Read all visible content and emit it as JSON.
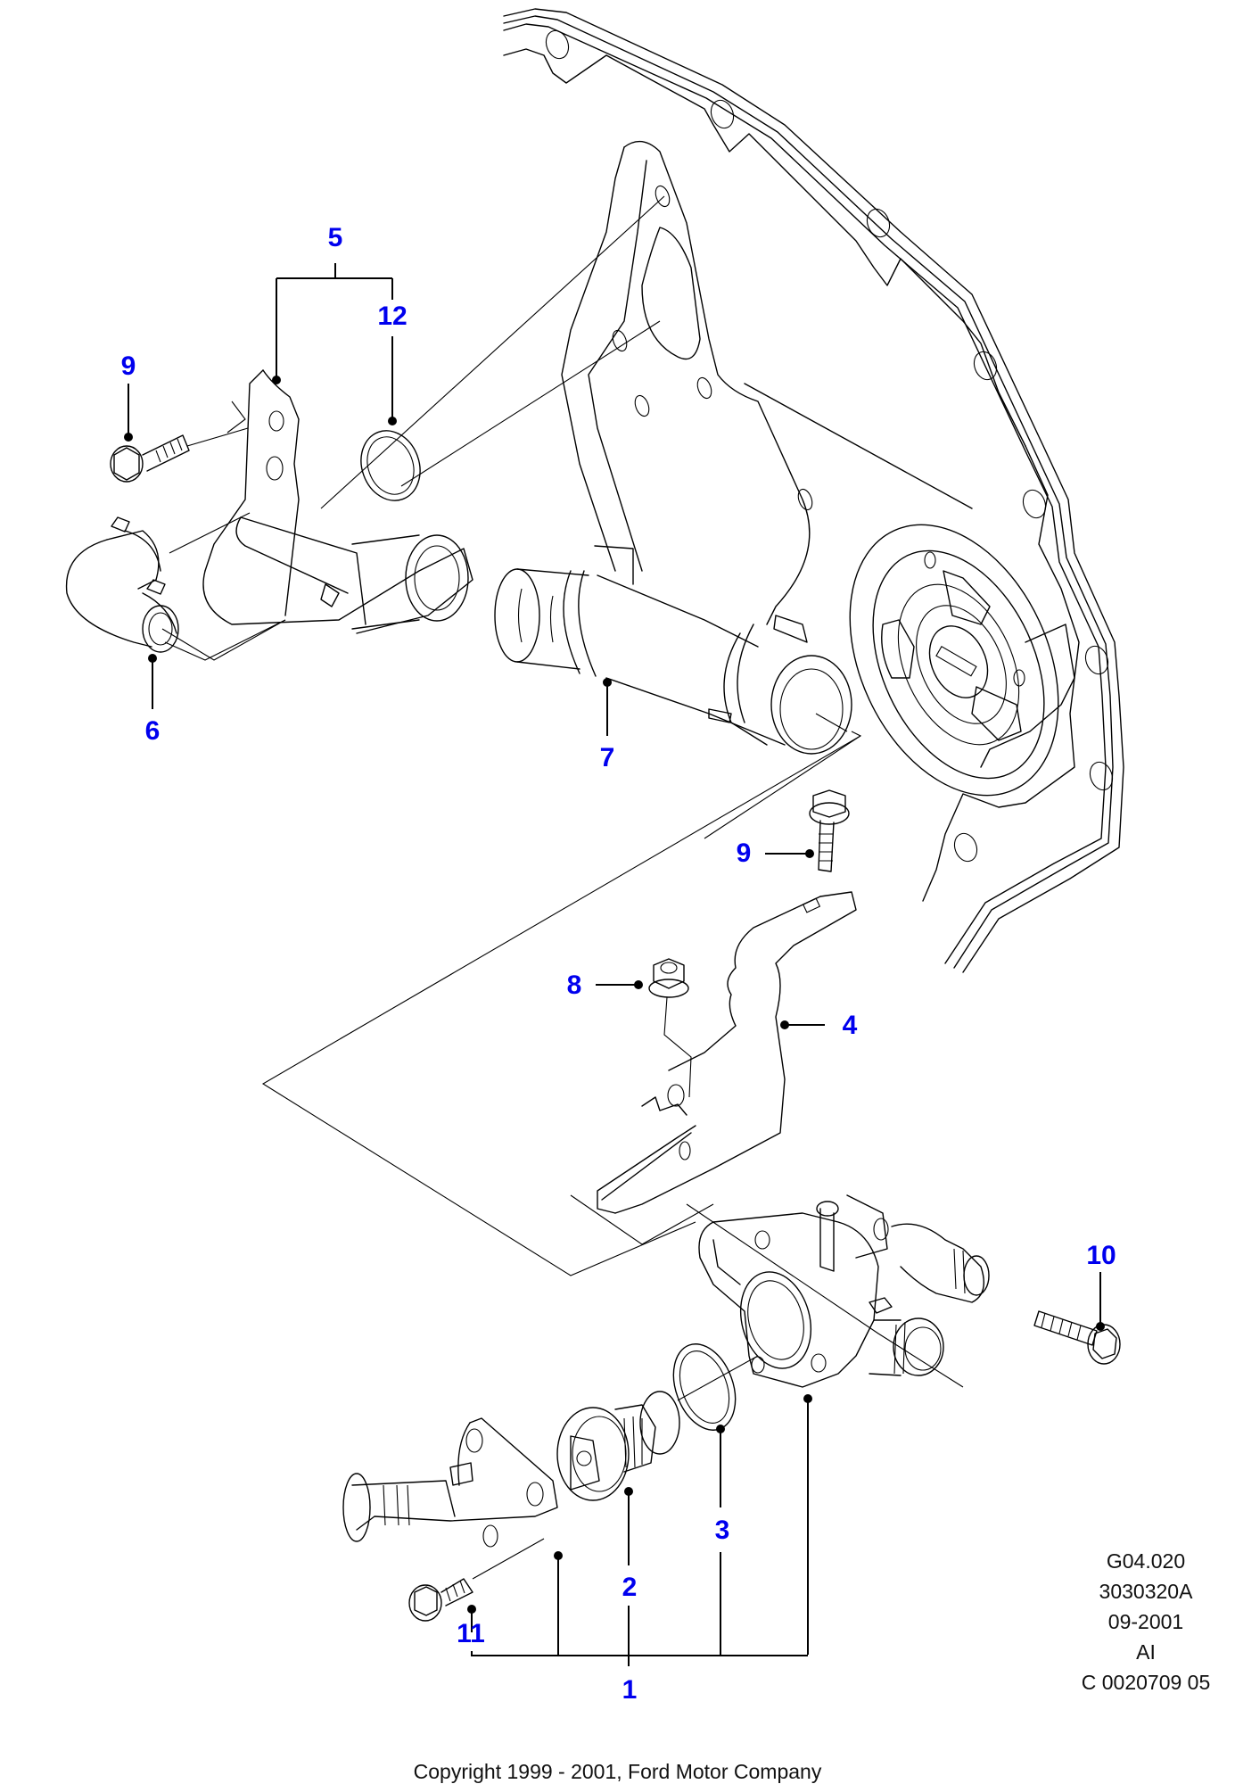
{
  "diagram": {
    "title": "Thermostat housing and coolant hoses exploded view",
    "callouts": [
      {
        "id": "1",
        "part": "thermostat-housing-assembly"
      },
      {
        "id": "2",
        "part": "thermostat"
      },
      {
        "id": "3",
        "part": "o-ring-seal"
      },
      {
        "id": "4",
        "part": "bracket"
      },
      {
        "id": "5",
        "part": "coolant-outlet-connector"
      },
      {
        "id": "6",
        "part": "hose-with-clips"
      },
      {
        "id": "7",
        "part": "coolant-hose"
      },
      {
        "id": "8",
        "part": "nut"
      },
      {
        "id": "9",
        "part": "bolt"
      },
      {
        "id": "10",
        "part": "bolt"
      },
      {
        "id": "11",
        "part": "bolt"
      },
      {
        "id": "12",
        "part": "o-ring"
      }
    ],
    "labels": {
      "c5": "5",
      "c12": "12",
      "c9a": "9",
      "c6": "6",
      "c7": "7",
      "c9b": "9",
      "c8": "8",
      "c4": "4",
      "c10": "10",
      "c3": "3",
      "c2": "2",
      "c11": "11",
      "c1": "1"
    },
    "callout_color": "#0000ee"
  },
  "metadata": {
    "figure_code": "G04.020",
    "part_ref": "3030320A",
    "date": "09-2001",
    "marker": "AI",
    "catalog_code": "C 0020709 05"
  },
  "footer": {
    "copyright": "Copyright 1999 - 2001, Ford Motor Company"
  }
}
